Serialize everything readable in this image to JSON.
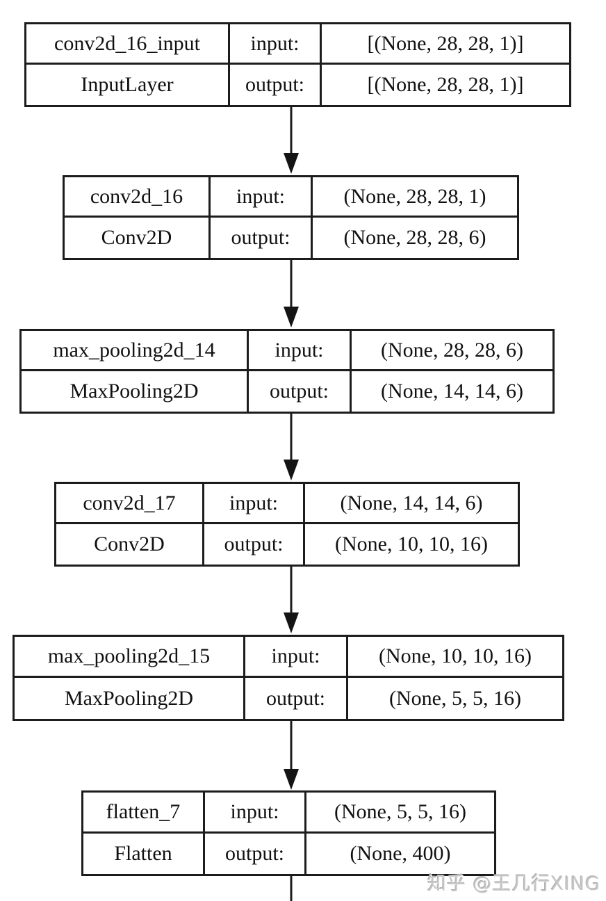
{
  "diagram": {
    "kind": "keras-model-architecture",
    "background_color": "#ffffff",
    "line_color": "#1c1c1c",
    "text_color": "#111111",
    "labels": {
      "input": "input:",
      "output": "output:"
    },
    "nodes": [
      {
        "name": "conv2d_16_input",
        "layer_class": "InputLayer",
        "input_shape": "[(None, 28, 28, 1)]",
        "output_shape": "[(None, 28, 28, 1)]"
      },
      {
        "name": "conv2d_16",
        "layer_class": "Conv2D",
        "input_shape": "(None, 28, 28, 1)",
        "output_shape": "(None, 28, 28, 6)"
      },
      {
        "name": "max_pooling2d_14",
        "layer_class": "MaxPooling2D",
        "input_shape": "(None, 28, 28, 6)",
        "output_shape": "(None, 14, 14, 6)"
      },
      {
        "name": "conv2d_17",
        "layer_class": "Conv2D",
        "input_shape": "(None, 14, 14, 6)",
        "output_shape": "(None, 10, 10, 16)"
      },
      {
        "name": "max_pooling2d_15",
        "layer_class": "MaxPooling2D",
        "input_shape": "(None, 10, 10, 16)",
        "output_shape": "(None, 5, 5, 16)"
      },
      {
        "name": "flatten_7",
        "layer_class": "Flatten",
        "input_shape": "(None, 5, 5, 16)",
        "output_shape": "(None, 400)"
      }
    ],
    "edges": "each node connects to the next with a downward arrow; a trailing edge exits the bottom of the image",
    "watermark": "知乎 @王几行XING"
  }
}
